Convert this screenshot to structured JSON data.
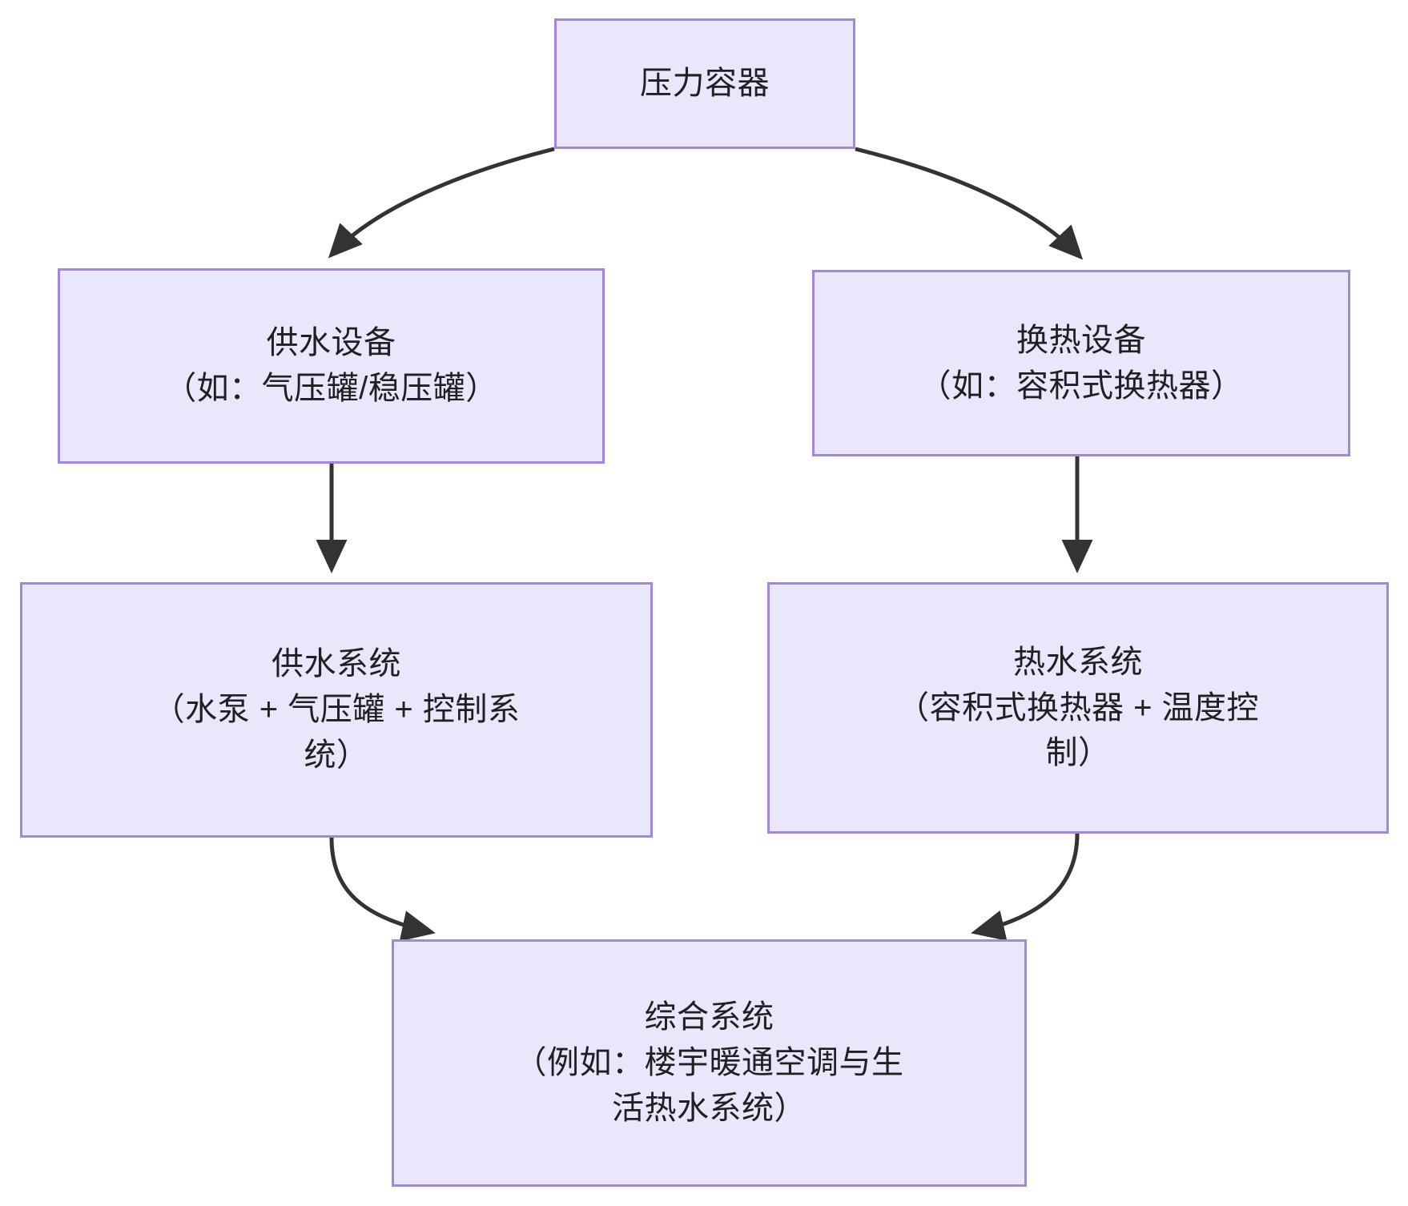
{
  "diagram": {
    "type": "flowchart",
    "direction": "top-down",
    "background_color": "#ffffff",
    "node_fill_color": "#e9e7fb",
    "node_border_color": "#a486e0",
    "node_text_color": "#1f2020",
    "edge_color": "#333333",
    "nodes": [
      {
        "id": "root",
        "label": "压力容器",
        "lines": [
          "压力容器"
        ]
      },
      {
        "id": "supply-equipment",
        "label": "供水设备\n（如：气压罐/稳压罐）",
        "lines": [
          "供水设备",
          "（如：气压罐/稳压罐）"
        ]
      },
      {
        "id": "heat-exchange-equipment",
        "label": "换热设备\n（如：容积式换热器）",
        "lines": [
          "换热设备",
          "（如：容积式换热器）"
        ]
      },
      {
        "id": "water-supply-system",
        "label": "供水系统\n（水泵 + 气压罐 + 控制系\n统）",
        "lines": [
          "供水系统",
          "（水泵 + 气压罐 + 控制系",
          "统）"
        ]
      },
      {
        "id": "hot-water-system",
        "label": "热水系统\n（容积式换热器 + 温度控\n制）",
        "lines": [
          "热水系统",
          "（容积式换热器 + 温度控",
          "制）"
        ]
      },
      {
        "id": "integrated-system",
        "label": "综合系统\n（例如：楼宇暖通空调与生\n活热水系统）",
        "lines": [
          "综合系统",
          "（例如：楼宇暖通空调与生",
          "活热水系统）"
        ]
      }
    ],
    "edges": [
      {
        "id": "edge-root-to-supply-equipment",
        "from": "root",
        "to": "supply-equipment",
        "style": "curved-arrow"
      },
      {
        "id": "edge-root-to-heat-equipment",
        "from": "root",
        "to": "heat-exchange-equipment",
        "style": "curved-arrow"
      },
      {
        "id": "edge-supply-equipment-to-system",
        "from": "supply-equipment",
        "to": "water-supply-system",
        "style": "straight-arrow"
      },
      {
        "id": "edge-heat-equipment-to-hotwater",
        "from": "heat-exchange-equipment",
        "to": "hot-water-system",
        "style": "straight-arrow"
      },
      {
        "id": "edge-supply-system-to-integrated",
        "from": "water-supply-system",
        "to": "integrated-system",
        "style": "curved-arrow"
      },
      {
        "id": "edge-hotwater-to-integrated",
        "from": "hot-water-system",
        "to": "integrated-system",
        "style": "curved-arrow"
      }
    ]
  }
}
